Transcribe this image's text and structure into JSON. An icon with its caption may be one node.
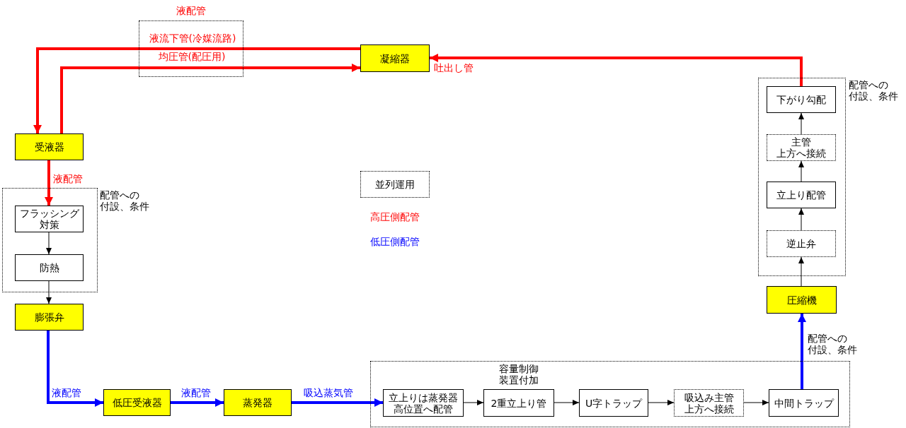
{
  "diagram": {
    "nodes": [
      {
        "text": [
          "凝縮器"
        ]
      },
      {
        "text": [
          "受液器"
        ]
      },
      {
        "text": [
          "配管への付設、条件"
        ]
      },
      {
        "text": [
          "フラッシング対策"
        ],
        "in": 2
      },
      {
        "text": [
          "防熱"
        ],
        "in": 2
      },
      {
        "text": [
          "膨張弁"
        ]
      },
      {
        "text": [
          "並列運用"
        ]
      },
      {
        "text": [
          "配管への付設、条件"
        ]
      },
      {
        "text": [
          "下がり勾配"
        ],
        "in": 7
      },
      {
        "text": [
          "主管上方へ接続"
        ],
        "in": 7
      },
      {
        "text": [
          "立上り配管"
        ],
        "in": 7
      },
      {
        "text": [
          "逆止弁"
        ],
        "in": 7
      },
      {
        "text": [
          "圧縮機"
        ]
      },
      {
        "text": [
          "低圧受液器"
        ]
      },
      {
        "text": [
          "蒸発器"
        ]
      },
      {
        "text": [
          "配管への付設、条件"
        ]
      },
      {
        "text": [
          "立上りは蒸発器高位置へ配管"
        ],
        "in": 15
      },
      {
        "text": [
          "2重立上り管"
        ],
        "in": 15,
        "beside": [
          "容量制御装置付加"
        ]
      },
      {
        "text": [
          "U字トラップ"
        ],
        "in": 15
      },
      {
        "text": [
          "吸込み主管上方へ接続"
        ],
        "in": 15
      },
      {
        "text": [
          "中間トラップ"
        ],
        "in": 15
      }
    ],
    "edges": [
      {
        "from": 0,
        "to": 1,
        "arrow": "to",
        "label": "液流下管(冷媒流路)",
        "style": "thick",
        "color": "#ff0000"
      },
      {
        "from": 1,
        "to": 0,
        "arrow": "to",
        "label": "均圧管(配圧用)",
        "style": "thick",
        "color": "#ff0000"
      },
      {
        "from": 8,
        "to": 0,
        "arrow": "to",
        "label": "吐出し管",
        "style": "thick",
        "color": "#ff0000"
      },
      {
        "from": 1,
        "to": 3,
        "arrow": "to",
        "label": "液配管",
        "style": "thick",
        "color": "#ff0000"
      },
      {
        "from": 3,
        "to": 4,
        "arrow": "to"
      },
      {
        "from": 4,
        "to": 5,
        "arrow": "to"
      },
      {
        "from": 5,
        "to": 13,
        "arrow": "to",
        "label": "液配管",
        "style": "thick",
        "color": "#0000ff"
      },
      {
        "from": 13,
        "to": 14,
        "arrow": "to",
        "label": "液配管",
        "style": "thick",
        "color": "#0000ff"
      },
      {
        "from": 14,
        "to": 16,
        "arrow": "to",
        "label": "吸込蒸気管",
        "style": "thick",
        "color": "#0000ff"
      },
      {
        "from": 16,
        "to": 17,
        "arrow": "to"
      },
      {
        "from": 17,
        "to": 18,
        "arrow": "to"
      },
      {
        "from": 18,
        "to": 19,
        "arrow": "to"
      },
      {
        "from": 19,
        "to": 20,
        "arrow": "to"
      },
      {
        "from": 20,
        "to": 12,
        "arrow": "to",
        "style": "thick",
        "color": "#0000ff"
      },
      {
        "from": 12,
        "to": 11,
        "arrow": "to"
      },
      {
        "from": 11,
        "to": 10,
        "arrow": "to"
      },
      {
        "from": 10,
        "to": 9,
        "arrow": "to"
      },
      {
        "from": 9,
        "to": 8,
        "arrow": "to"
      }
    ],
    "labels": [
      "液配管",
      "高圧側配管",
      "低圧側配管"
    ]
  }
}
